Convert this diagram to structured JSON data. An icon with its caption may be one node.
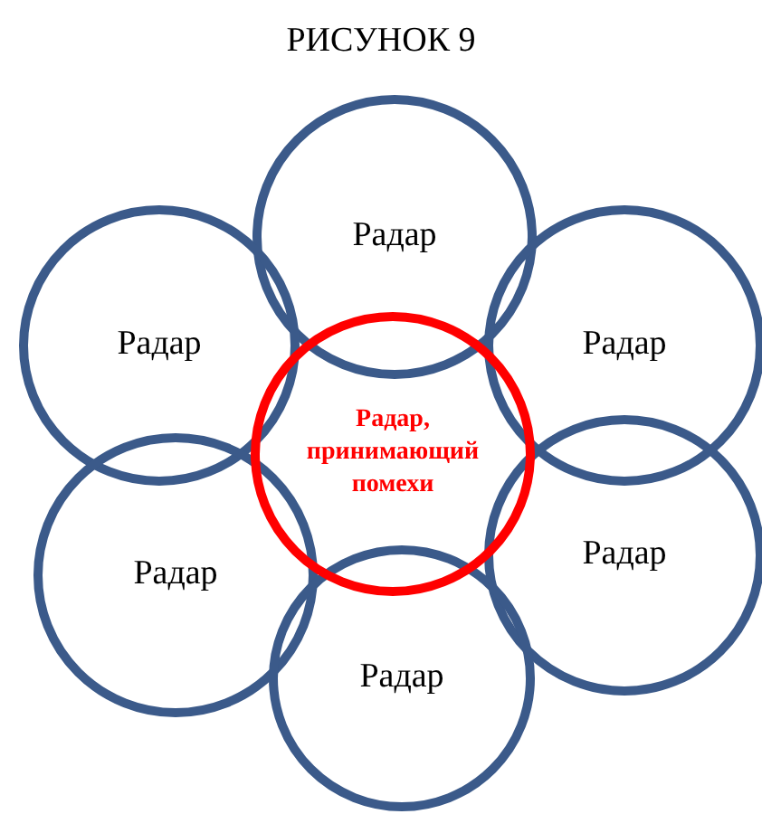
{
  "diagram": {
    "title": "РИСУНОК 9",
    "nodes": [
      {
        "text": [
          "Радар"
        ]
      },
      {
        "text": [
          "Радар"
        ]
      },
      {
        "text": [
          "Радар"
        ]
      },
      {
        "text": [
          "Радар, принимающий помехи"
        ]
      },
      {
        "text": [
          "Радар"
        ]
      },
      {
        "text": [
          "Радар"
        ]
      },
      {
        "text": [
          "Радар"
        ]
      }
    ]
  }
}
